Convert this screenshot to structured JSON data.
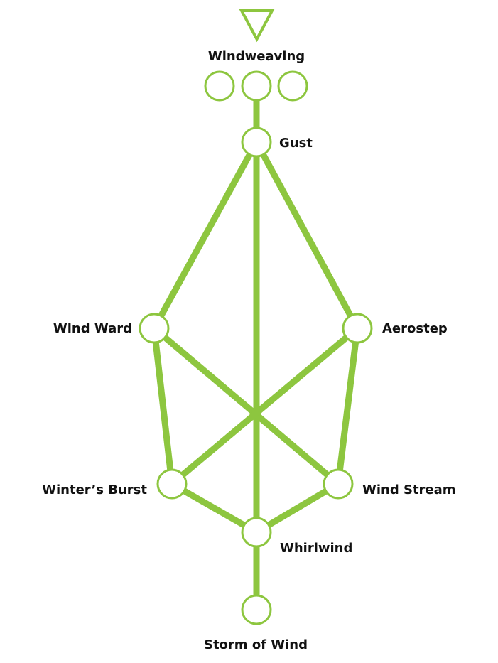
{
  "diagram": {
    "title": "Windweaving",
    "colors": {
      "line": "#8dc63f",
      "node_fill": "#ffffff",
      "text": "#111111"
    },
    "top_marker_icon": "down-triangle-icon",
    "nodes": [
      {
        "id": "gust",
        "label": "Gust"
      },
      {
        "id": "wind-ward",
        "label": "Wind Ward"
      },
      {
        "id": "aerostep",
        "label": "Aerostep"
      },
      {
        "id": "winters-burst",
        "label": "Winter’s Burst"
      },
      {
        "id": "wind-stream",
        "label": "Wind Stream"
      },
      {
        "id": "whirlwind",
        "label": "Whirlwind"
      },
      {
        "id": "storm-of-wind",
        "label": "Storm of Wind"
      }
    ],
    "edges": [
      [
        "slot-2",
        "gust"
      ],
      [
        "gust",
        "wind-ward"
      ],
      [
        "gust",
        "aerostep"
      ],
      [
        "gust",
        "whirlwind"
      ],
      [
        "wind-ward",
        "winters-burst"
      ],
      [
        "wind-ward",
        "wind-stream"
      ],
      [
        "aerostep",
        "winters-burst"
      ],
      [
        "aerostep",
        "wind-stream"
      ],
      [
        "winters-burst",
        "whirlwind"
      ],
      [
        "wind-stream",
        "whirlwind"
      ],
      [
        "whirlwind",
        "storm-of-wind"
      ]
    ]
  }
}
